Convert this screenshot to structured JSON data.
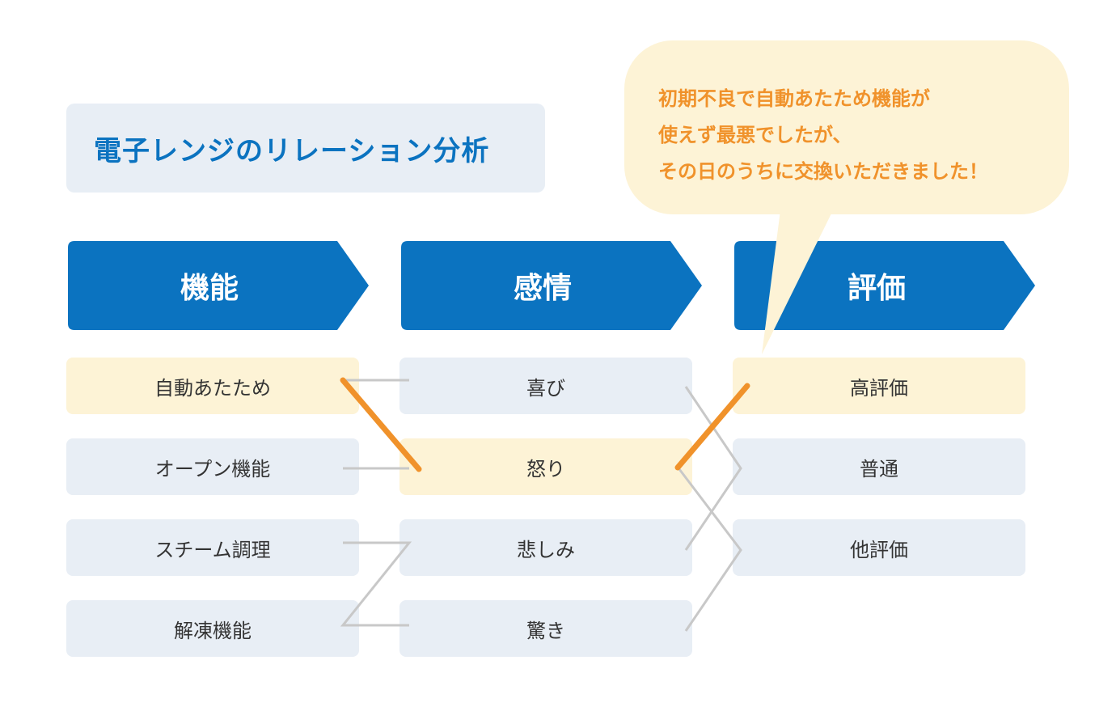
{
  "title": "電子レンジのリレーション分析",
  "headers": [
    "機能",
    "感情",
    "評価"
  ],
  "columns": {
    "functions": [
      "自動あたため",
      "オープン機能",
      "スチーム調理",
      "解凍機能"
    ],
    "emotions": [
      "喜び",
      "怒り",
      "悲しみ",
      "驚き"
    ],
    "ratings": [
      "高評価",
      "普通",
      "他評価"
    ]
  },
  "highlighted": {
    "function": "自動あたため",
    "emotion": "怒り",
    "rating": "高評価"
  },
  "bubble": {
    "lines": [
      "初期不良で自動あたため機能が",
      "使えず最悪でしたが、",
      "その日のうちに交換いただきました！"
    ]
  },
  "colors": {
    "primary": "#0b73c0",
    "highlight_fill": "#fdf3d6",
    "highlight_line": "#f0922b",
    "item_fill": "#e8eef5",
    "connector": "#c8c8c8"
  }
}
